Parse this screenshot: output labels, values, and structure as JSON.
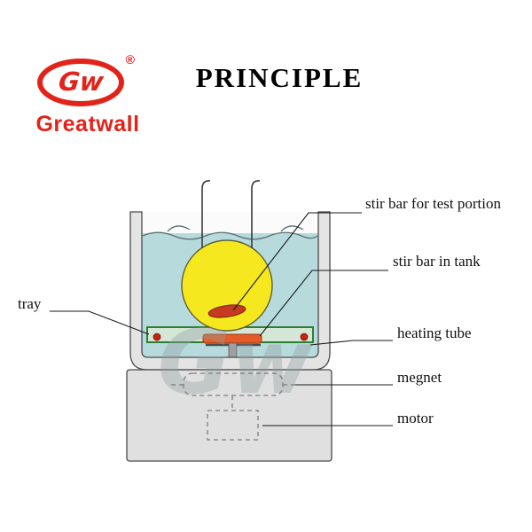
{
  "logo": {
    "monogram": "Gw",
    "registered_mark": "®",
    "brand": "Greatwall",
    "brand_color": "#e2231a"
  },
  "title": "PRINCIPLE",
  "watermark": "Gw",
  "diagram": {
    "labels": {
      "stir_bar_test_portion": "stir bar for test portion",
      "stir_bar_in_tank": "stir bar in tank",
      "tray": "tray",
      "heating_tube": "heating tube",
      "magnet": "megnet",
      "motor": "motor"
    },
    "colors": {
      "water": "#b7dadd",
      "flask_liquid": "#f6e81e",
      "stir_bar_red": "#c53a20",
      "tray_green": "#2f7d33",
      "heater_orange": "#e25b28",
      "vessel_gray": "#e4e4e4",
      "base_gray": "#e0e0e0"
    }
  }
}
